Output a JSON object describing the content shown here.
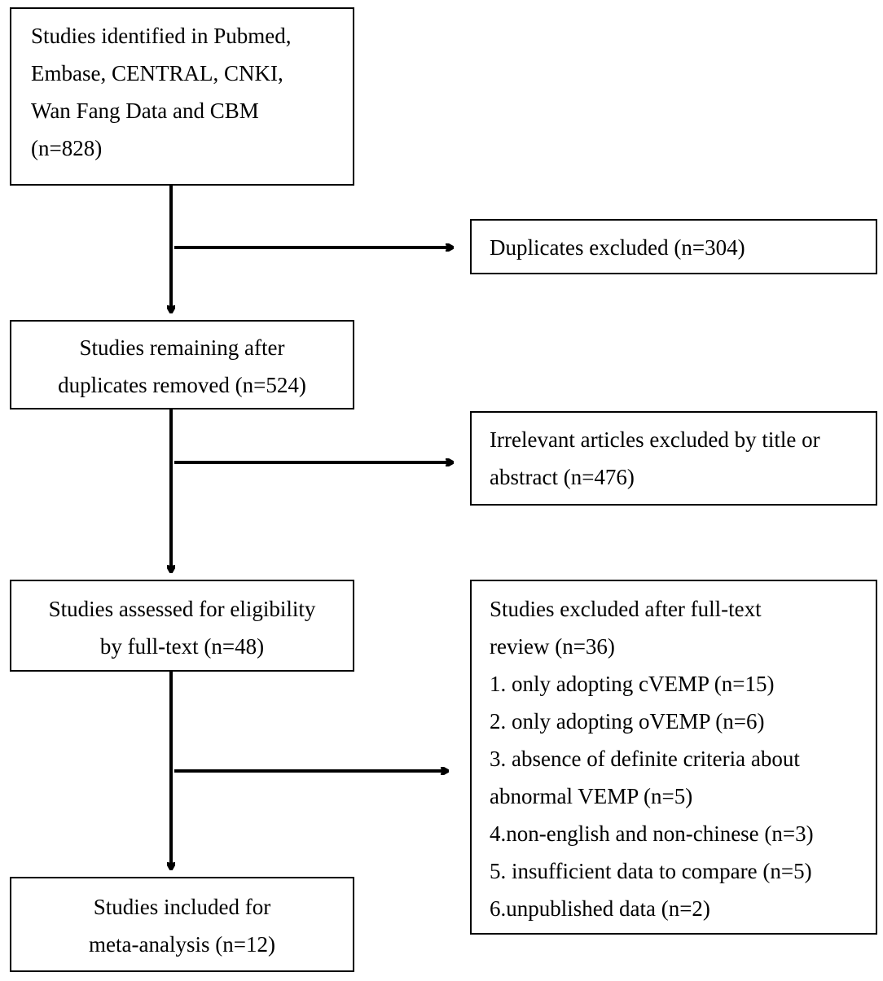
{
  "boxes": {
    "identified": {
      "lines": [
        "Studies identified in Pubmed,",
        "Embase, CENTRAL, CNKI,",
        "Wan Fang Data and CBM",
        "(n=828)"
      ]
    },
    "duplicates_excluded": {
      "lines": [
        "Duplicates excluded (n=304)"
      ]
    },
    "remaining": {
      "lines": [
        "Studies remaining after",
        "duplicates removed (n=524)"
      ]
    },
    "irrelevant_excluded": {
      "lines": [
        "Irrelevant articles excluded by title or",
        "abstract (n=476)"
      ]
    },
    "assessed": {
      "lines": [
        "Studies assessed for eligibility",
        "by full-text (n=48)"
      ]
    },
    "fulltext_excluded": {
      "lines": [
        "Studies excluded after full-text",
        "review (n=36)",
        "1. only adopting cVEMP (n=15)",
        "2. only adopting oVEMP (n=6)",
        "3. absence of definite criteria about",
        "abnormal VEMP (n=5)",
        "4.non-english and non-chinese (n=3)",
        "5. insufficient data to compare (n=5)",
        "6.unpublished data (n=2)"
      ]
    },
    "included": {
      "lines": [
        "Studies included for",
        "meta-analysis (n=12)"
      ]
    }
  },
  "colors": {
    "stroke": "#000000",
    "background": "#ffffff"
  }
}
